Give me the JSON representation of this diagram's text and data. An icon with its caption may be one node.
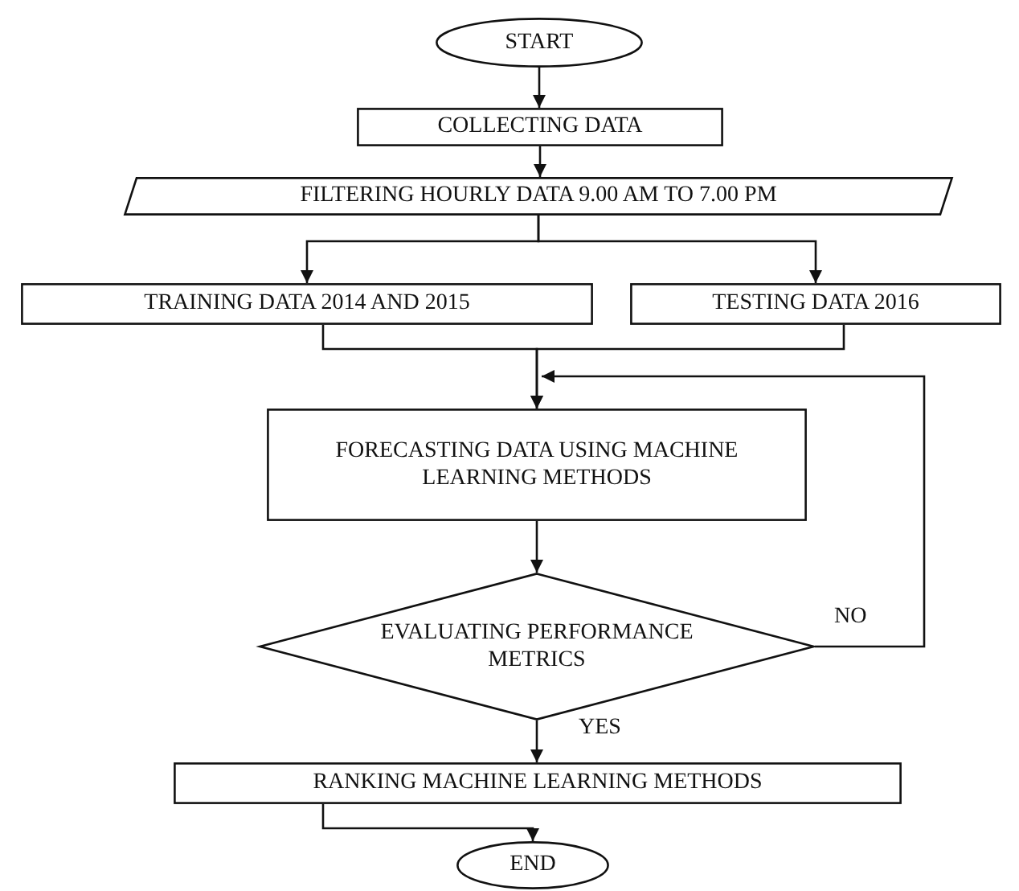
{
  "diagram": {
    "nodes": [
      {
        "text": [
          "START"
        ]
      },
      {
        "text": [
          "COLLECTING DATA"
        ]
      },
      {
        "text": [
          "FILTERING HOURLY DATA 9.00 AM TO 7.00 PM"
        ]
      },
      {
        "text": [
          "TRAINING DATA 2014 AND 2015"
        ]
      },
      {
        "text": [
          "TESTING DATA 2016"
        ]
      },
      {
        "text": [
          "FORECASTING DATA USING MACHINE LEARNING METHODS"
        ]
      },
      {
        "text": [
          "EVALUATING PERFORMANCE METRICS"
        ]
      },
      {
        "text": [
          "RANKING MACHINE LEARNING METHODS"
        ]
      },
      {
        "text": [
          "END"
        ]
      }
    ],
    "edges": [
      {
        "from": 0,
        "to": 1,
        "arrow": "to"
      },
      {
        "from": 1,
        "to": 2,
        "arrow": "to"
      },
      {
        "from": 2,
        "to": 3,
        "arrow": "to"
      },
      {
        "from": 2,
        "to": 4,
        "arrow": "to"
      },
      {
        "from": 3,
        "to": 5,
        "arrow": "to"
      },
      {
        "from": 4,
        "to": 5,
        "arrow": "to"
      },
      {
        "from": 5,
        "to": 6,
        "arrow": "to"
      },
      {
        "from": 6,
        "to": 5,
        "arrow": "to",
        "label": "NO"
      },
      {
        "from": 6,
        "to": 7,
        "arrow": "to",
        "label": "YES"
      },
      {
        "from": 7,
        "to": 8,
        "arrow": "to"
      }
    ]
  }
}
